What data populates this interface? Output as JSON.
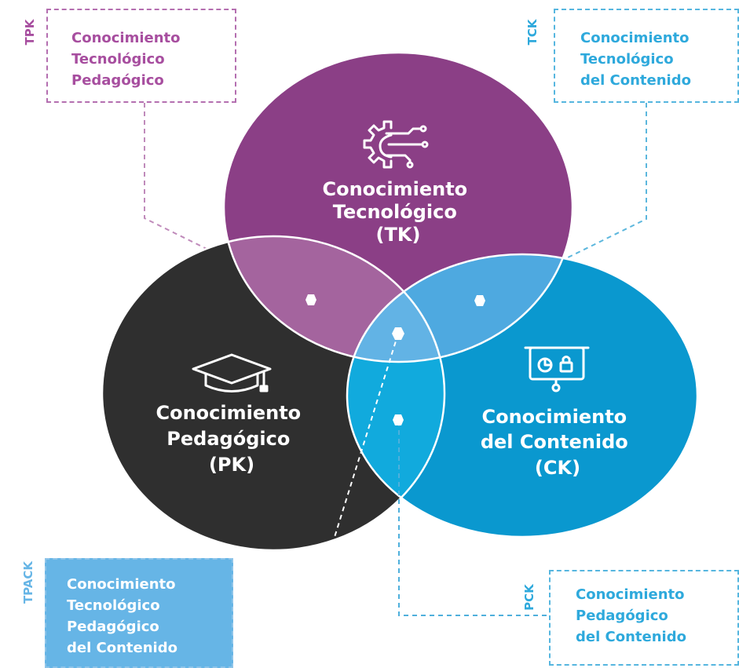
{
  "diagram": {
    "circles": {
      "tk": {
        "lines": [
          "Conocimiento",
          "Tecnológico",
          "(TK)"
        ],
        "color": "#8b3f86",
        "icon": "gear-circuit-icon"
      },
      "pk": {
        "lines": [
          "Conocimiento",
          "Pedagógico",
          "(PK)"
        ],
        "color": "#2f2f2f",
        "icon": "graduation-cap-icon"
      },
      "ck": {
        "lines": [
          "Conocimiento",
          "del Contenido",
          "(CK)"
        ],
        "color": "#0a98cf",
        "icon": "presentation-board-icon"
      }
    },
    "boxes": {
      "tpk": {
        "tag": "TPK",
        "lines": [
          "Conocimiento",
          "Tecnológico",
          "Pedagógico"
        ],
        "color": "#a74e9f"
      },
      "tck": {
        "tag": "TCK",
        "lines": [
          "Conocimiento",
          "Tecnológico",
          "del Contenido"
        ],
        "color": "#2ea9dc"
      },
      "tpack": {
        "tag": "TPACK",
        "lines": [
          "Conocimiento",
          "Tecnológico",
          "Pedagógico",
          "del Contenido"
        ],
        "color": "#66b5e6"
      },
      "pck": {
        "tag": "PCK",
        "lines": [
          "Conocimiento",
          "Pedagógico",
          "del Contenido"
        ],
        "color": "#2ea9dc"
      }
    }
  }
}
